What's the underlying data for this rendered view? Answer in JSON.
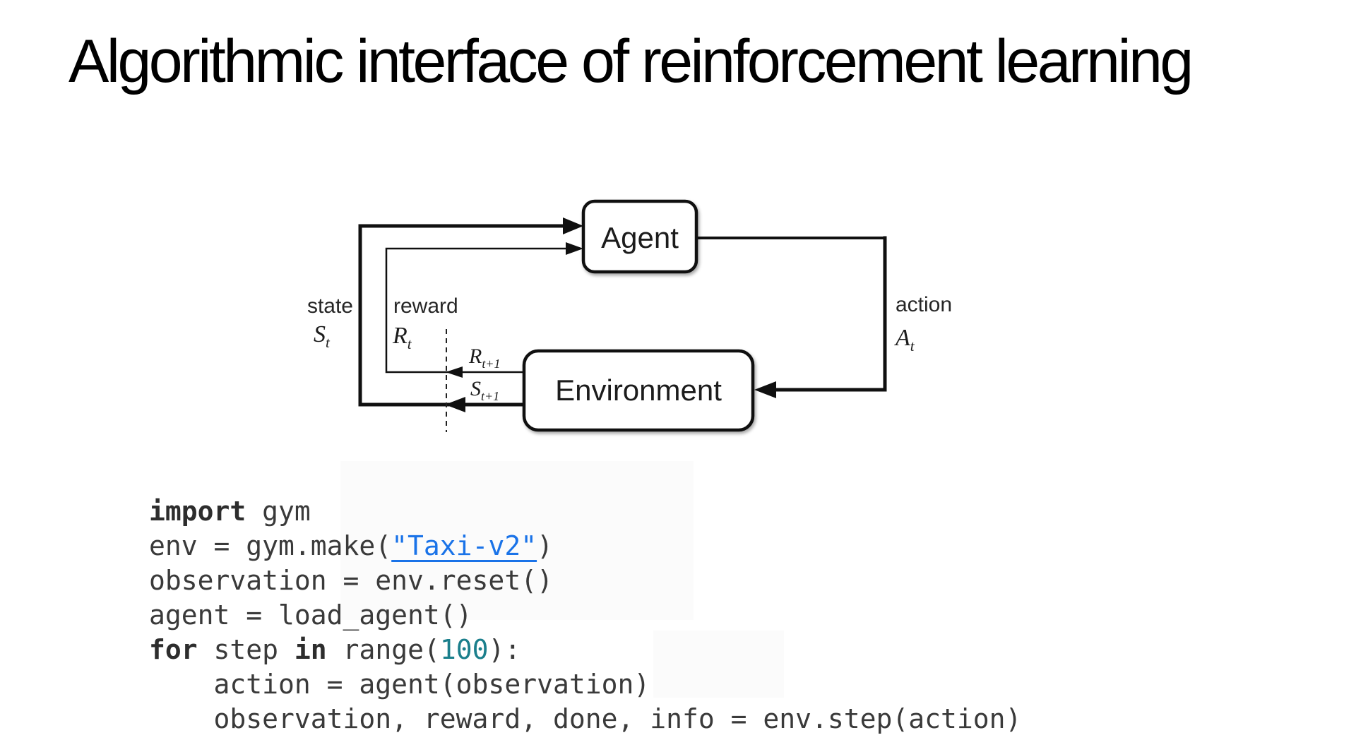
{
  "slide": {
    "title": "Algorithmic interface of reinforcement learning"
  },
  "diagram": {
    "agent": "Agent",
    "environment": "Environment",
    "state": {
      "label": "state",
      "symbol": "S",
      "sub": "t"
    },
    "reward": {
      "label": "reward",
      "symbol": "R",
      "sub": "t"
    },
    "action": {
      "label": "action",
      "symbol": "A",
      "sub": "t"
    },
    "next_reward": {
      "symbol": "R",
      "sub": "t+1"
    },
    "next_state": {
      "symbol": "S",
      "sub": "t+1"
    }
  },
  "code": {
    "line1": {
      "keyword": "import",
      "rest": " gym"
    },
    "line2": {
      "pre": "env = gym.make(",
      "link": "\"Taxi-v2\"",
      "post": ")"
    },
    "line3": {
      "text": "observation = env.reset()"
    },
    "line4": {
      "text": "agent = load_agent()"
    },
    "line5": {
      "kw1": "for",
      "mid1": " step ",
      "kw2": "in",
      "mid2": " range(",
      "number": "100",
      "post": "):"
    },
    "line6": {
      "text": "    action = agent(observation)"
    },
    "line7": {
      "text": "    observation, reward, done, info = env.step(action)"
    }
  },
  "colors": {
    "ink": "#101010",
    "code_text": "#3a3a3a",
    "keyword_bold": "#2d2d2d",
    "string_link_blue": "#1a73e8",
    "number_teal": "#1b7f8c"
  }
}
